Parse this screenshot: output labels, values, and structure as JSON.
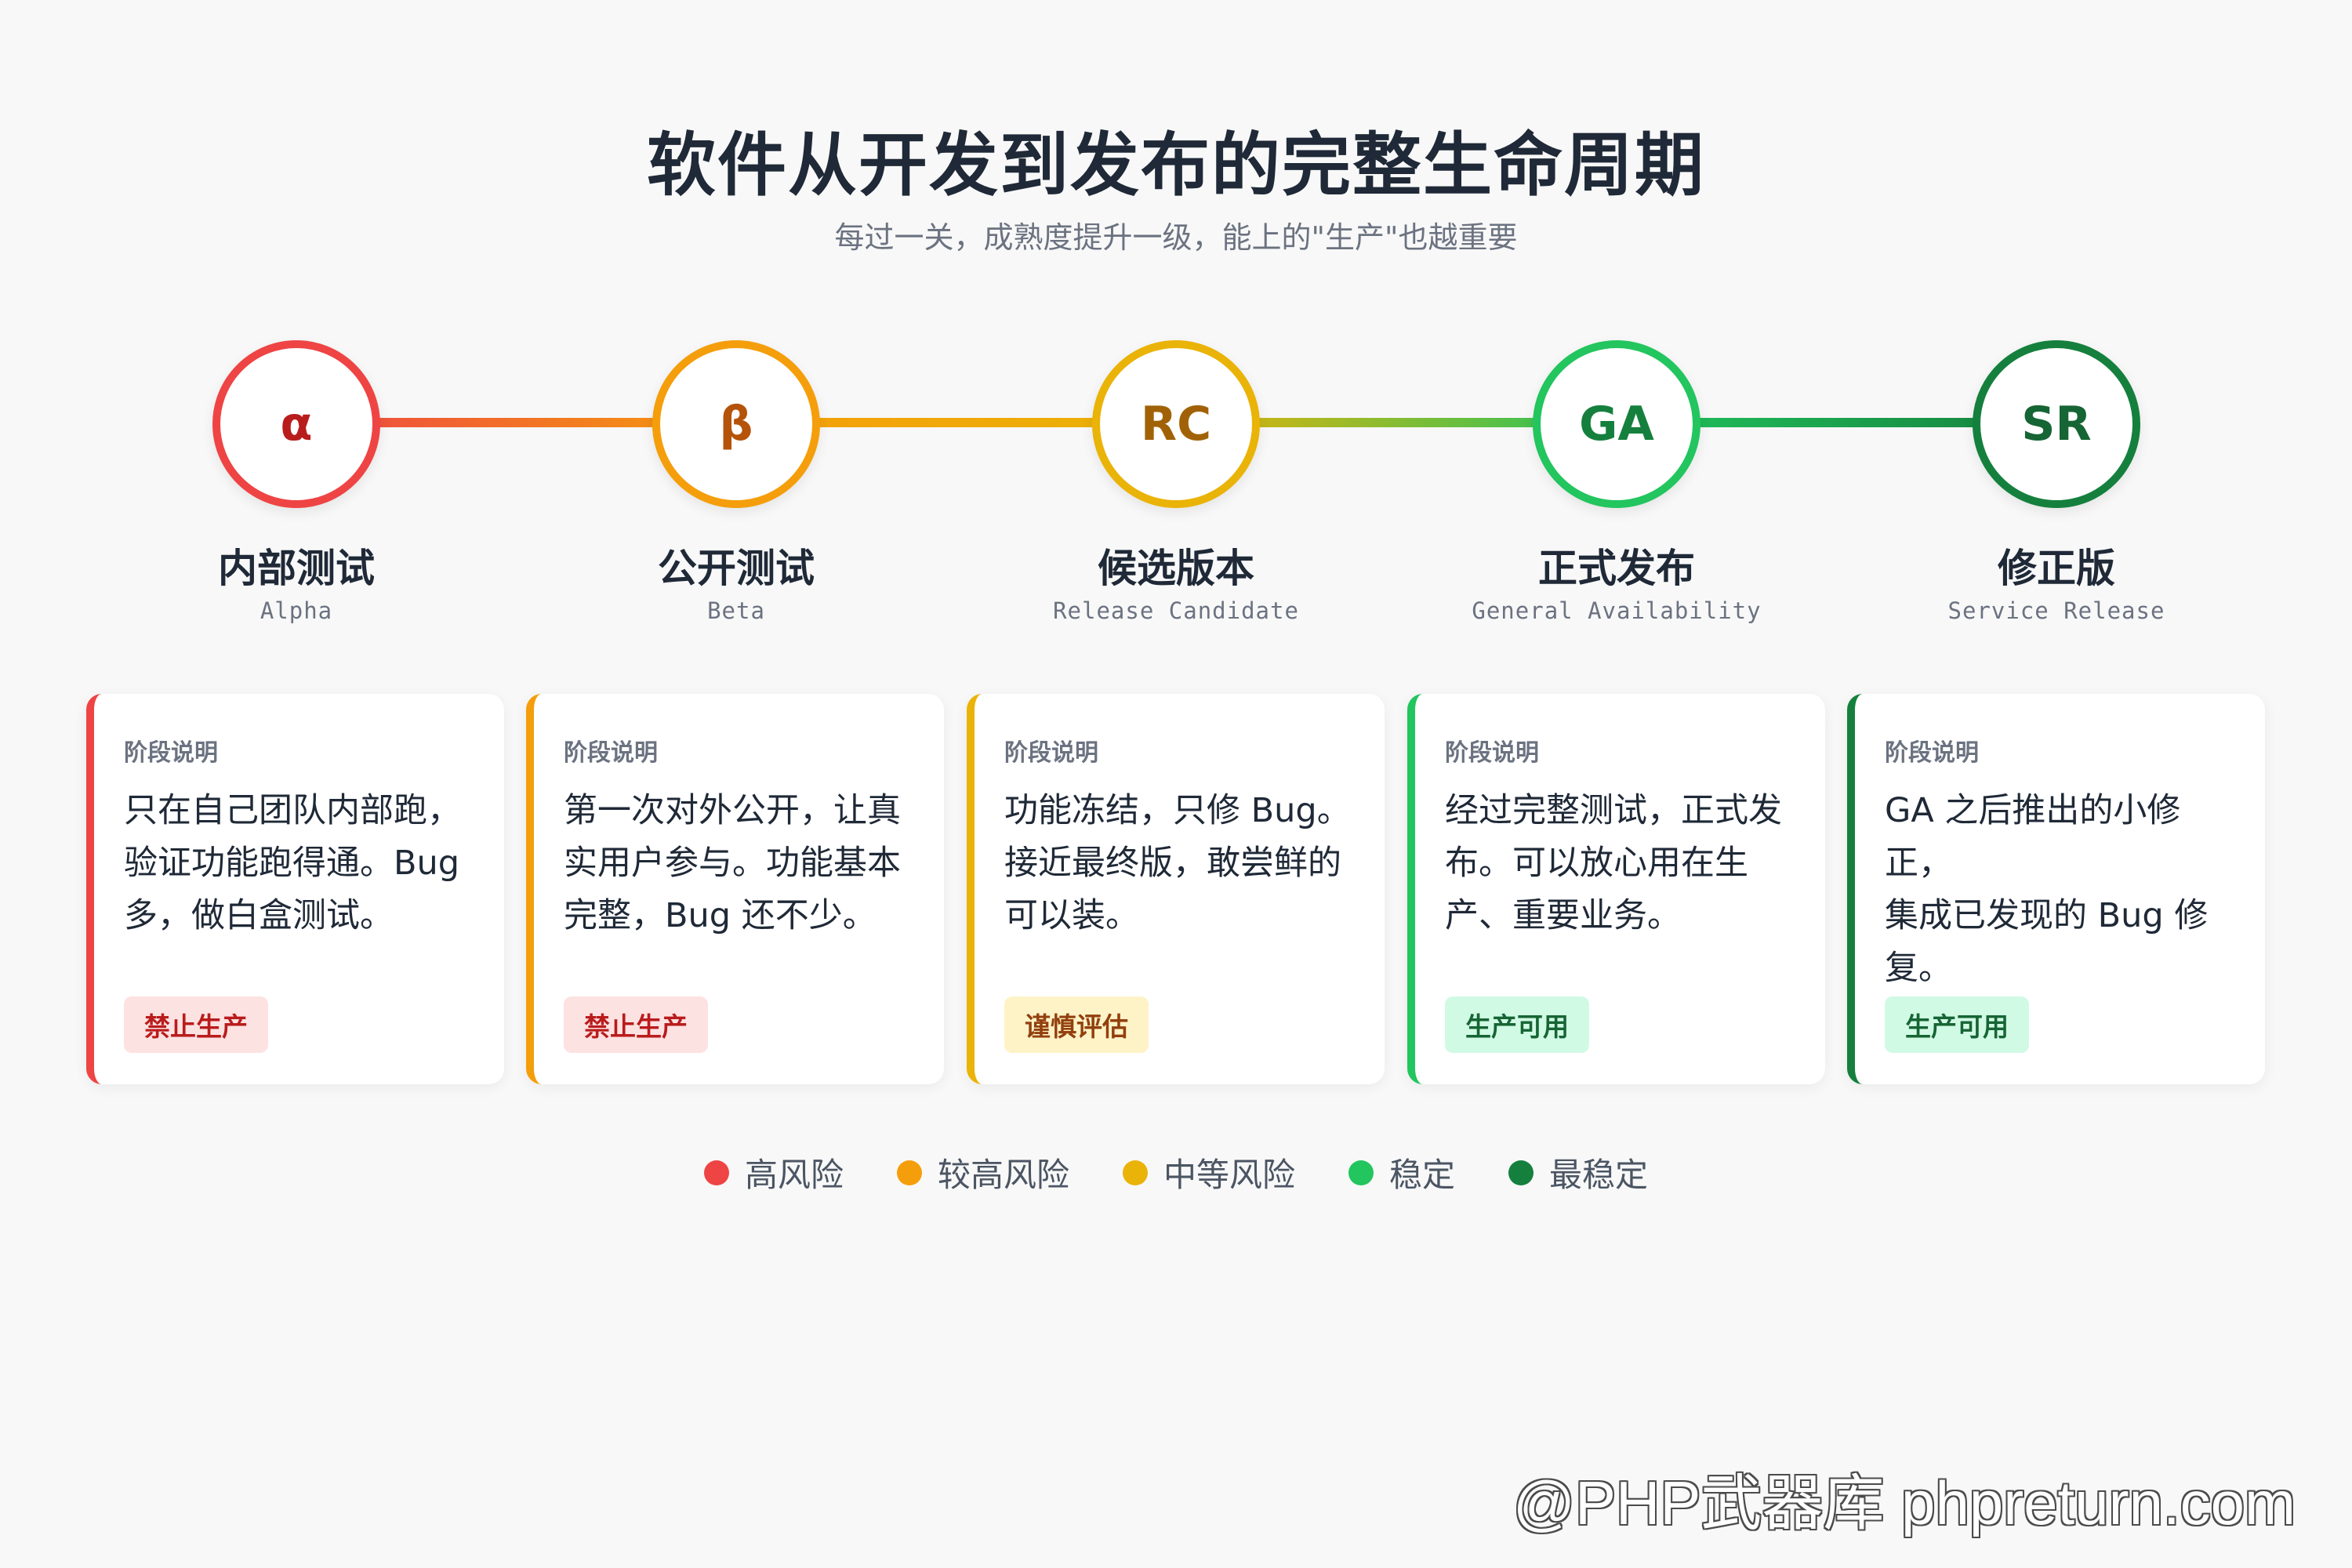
{
  "header": {
    "title": "软件从开发到发布的完整生命周期",
    "subtitle": "每过一关，成熟度提升一级，能上的\"生产\"也越重要"
  },
  "stages": [
    {
      "symbol": "α",
      "name": "内部测试",
      "english": "Alpha",
      "label": "阶段说明",
      "line1": "只在自己团队内部跑，",
      "line2": "验证功能跑得通。Bug",
      "line3": "多，做白盒测试。",
      "badge": "禁止生产",
      "color": "#ef4444",
      "text_color": "#b91c1c",
      "badge_bg": "#fde2e2",
      "badge_color": "#b91c1c"
    },
    {
      "symbol": "β",
      "name": "公开测试",
      "english": "Beta",
      "label": "阶段说明",
      "line1": "第一次对外公开，让真",
      "line2": "实用户参与。功能基本",
      "line3": "完整，Bug 还不少。",
      "badge": "禁止生产",
      "color": "#f59e0b",
      "text_color": "#b45309",
      "badge_bg": "#fde2e2",
      "badge_color": "#b91c1c"
    },
    {
      "symbol": "RC",
      "name": "候选版本",
      "english": "Release Candidate",
      "label": "阶段说明",
      "line1": "功能冻结，只修 Bug。",
      "line2": "接近最终版，敢尝鲜的",
      "line3": "可以装。",
      "badge": "谨慎评估",
      "color": "#eab308",
      "text_color": "#a16207",
      "badge_bg": "#fef3c7",
      "badge_color": "#92400e"
    },
    {
      "symbol": "GA",
      "name": "正式发布",
      "english": "General Availability",
      "label": "阶段说明",
      "line1": "经过完整测试，正式发",
      "line2": "布。可以放心用在生",
      "line3": "产、重要业务。",
      "badge": "生产可用",
      "color": "#22c55e",
      "text_color": "#15803d",
      "badge_bg": "#d1fae5",
      "badge_color": "#166534"
    },
    {
      "symbol": "SR",
      "name": "修正版",
      "english": "Service Release",
      "label": "阶段说明",
      "line1": "GA 之后推出的小修正，",
      "line2": "集成已发现的 Bug 修",
      "line3": "复。",
      "badge": "生产可用",
      "color": "#15803d",
      "text_color": "#166534",
      "badge_bg": "#d1fae5",
      "badge_color": "#166534"
    }
  ],
  "legend": [
    {
      "label": "高风险",
      "color": "#ef4444"
    },
    {
      "label": "较高风险",
      "color": "#f59e0b"
    },
    {
      "label": "中等风险",
      "color": "#eab308"
    },
    {
      "label": "稳定",
      "color": "#22c55e"
    },
    {
      "label": "最稳定",
      "color": "#15803d"
    }
  ],
  "watermark": "@PHP武器库 phpreturn.com"
}
